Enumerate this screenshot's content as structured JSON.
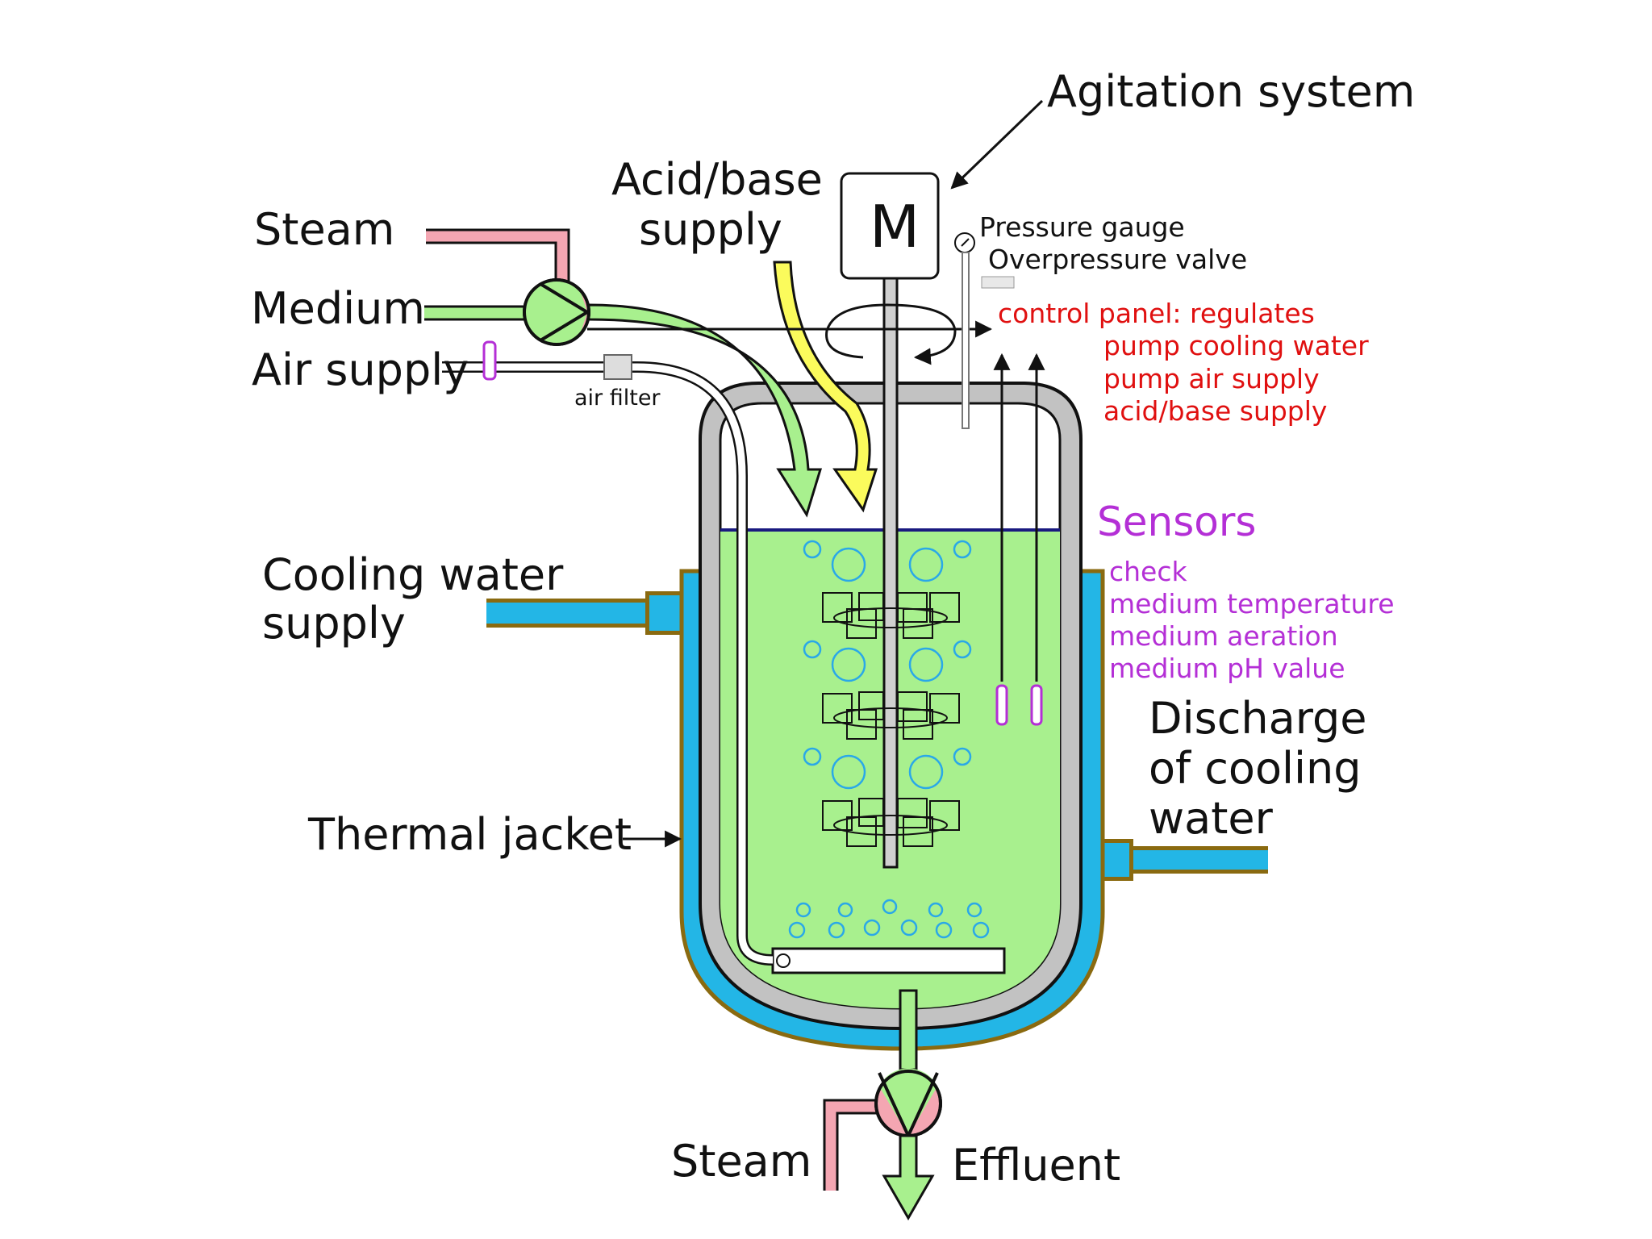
{
  "labels": {
    "agitation_system": "Agitation system",
    "acid_base_line1": "Acid/base",
    "acid_base_line2": "supply",
    "steam_top": "Steam",
    "medium": "Medium",
    "air_supply": "Air supply",
    "air_filter": "air filter",
    "motor": "M",
    "pressure_gauge": "Pressure gauge",
    "overpressure_valve": "Overpressure valve",
    "control_panel": "control panel: regulates",
    "control_items": [
      "pump cooling water",
      "pump air supply",
      "acid/base supply"
    ],
    "sensors": "Sensors",
    "sensor_items": [
      "check",
      "medium temperature",
      "medium aeration",
      "medium pH value"
    ],
    "cooling_water_line1": "Cooling water",
    "cooling_water_line2": "supply",
    "discharge_line1": "Discharge",
    "discharge_line2": "of cooling",
    "discharge_line3": "water",
    "thermal_jacket": "Thermal jacket",
    "steam_bottom": "Steam",
    "effluent": "Effluent"
  },
  "colors": {
    "medium_green": "#a8f08e",
    "steam_pink": "#f4a6b2",
    "cooling_blue": "#23b6e6",
    "jacket_brown": "#8a6a10",
    "vessel_gray": "#c2c2c2",
    "acid_yellow": "#fbfb5c",
    "control_red": "#e01010",
    "sensor_purple": "#b42fd6",
    "bubble_blue": "#2aa8e8"
  }
}
